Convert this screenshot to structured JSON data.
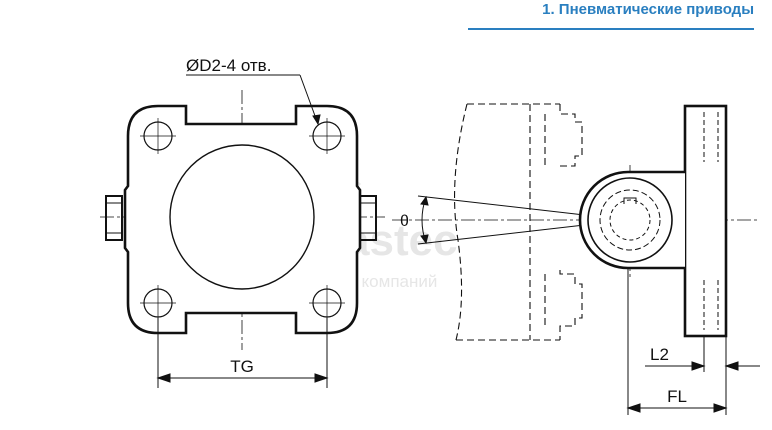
{
  "header": {
    "title": "1. Пневматические приводы",
    "accent_color": "#2a7fc0"
  },
  "labels": {
    "hole_callout": "ØD2-4",
    "hole_callout_suffix": "отв.",
    "tg": "TG",
    "theta": "θ",
    "l2": "L2",
    "fl": "FL"
  },
  "watermark": {
    "brand": "astec",
    "subtitle": "группа компаний"
  }
}
